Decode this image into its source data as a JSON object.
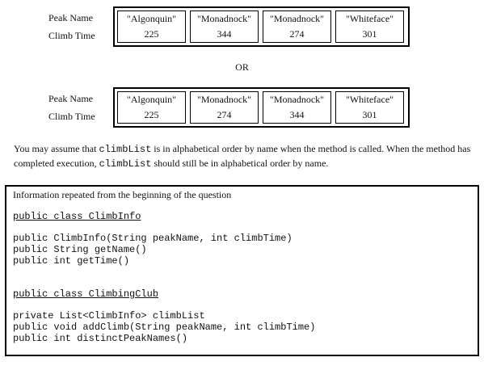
{
  "table1": {
    "label_name": "Peak Name",
    "label_time": "Climb Time",
    "cells": [
      {
        "name": "\"Algonquin\"",
        "time": "225"
      },
      {
        "name": "\"Monadnock\"",
        "time": "344"
      },
      {
        "name": "\"Monadnock\"",
        "time": "274"
      },
      {
        "name": "\"Whiteface\"",
        "time": "301"
      }
    ]
  },
  "or_text": "OR",
  "table2": {
    "label_name": "Peak Name",
    "label_time": "Climb Time",
    "cells": [
      {
        "name": "\"Algonquin\"",
        "time": "225"
      },
      {
        "name": "\"Monadnock\"",
        "time": "274"
      },
      {
        "name": "\"Monadnock\"",
        "time": "344"
      },
      {
        "name": "\"Whiteface\"",
        "time": "301"
      }
    ]
  },
  "paragraph": {
    "p1": "You may assume that ",
    "code1": "climbList",
    "p2": " is in alphabetical order by name when the method is called. When the method has completed execution, ",
    "code2": "climbList",
    "p3": " should still be in alphabetical order by name."
  },
  "info_box": {
    "header": "Information repeated from the beginning of the question",
    "lines": [
      "public class ClimbInfo",
      "public ClimbInfo(String peakName, int climbTime)",
      "public String getName()",
      "public int getTime()",
      "public class ClimbingClub",
      "private List<ClimbInfo> climbList",
      "public void addClimb(String peakName, int climbTime)",
      "public int distinctPeakNames()"
    ]
  }
}
